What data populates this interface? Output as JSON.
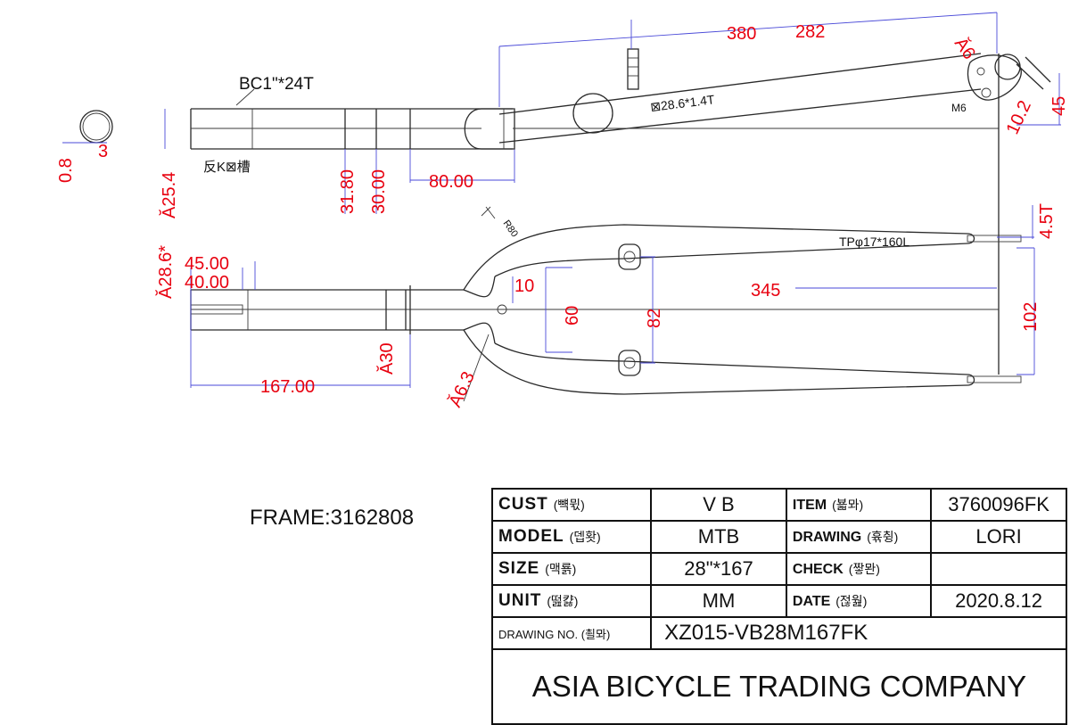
{
  "labels": {
    "bc": "BC1\"*24T",
    "chinese_note": "反K⊠槽",
    "tube_spec": "⊠28.6*1.4T",
    "m6": "M6",
    "tp": "TPφ17*160L",
    "r80": "R80"
  },
  "dimensions": {
    "d380": "380",
    "d282": "282",
    "a6": "Ă6",
    "d45": "45",
    "d10_2": "10.2",
    "d0_8": "0.8",
    "d3": "3",
    "a25_4": "Ă25.4",
    "d31_80": "31.80",
    "d30_00": "30.00",
    "d80_00": "80.00",
    "d4_5t": "4.5T",
    "a28_6": "Ă28.6*",
    "d45_00": "45.00",
    "d40_00": "40.00",
    "d10": "10",
    "d345": "345",
    "d60": "60",
    "d82": "82",
    "d102": "102",
    "a30": "Ă30",
    "a6_3": "Ă6.3",
    "d167_00": "167.00"
  },
  "frame_label": "FRAME:3162808",
  "title_block": {
    "cust_key": "CUST",
    "cust_sub": "(뺵뮋)",
    "cust_val": "V  B",
    "item_key": "ITEM",
    "item_sub": "(뵯뫄)",
    "item_val": "3760096FK",
    "model_key": "MODEL",
    "model_sub": "(뎁홧)",
    "model_val": "MTB",
    "drawing_key": "DRAWING",
    "drawing_sub": "(휶췽)",
    "drawing_val": "LORI",
    "size_key": "SIZE",
    "size_sub": "(맥룕)",
    "size_val": "28\"*167",
    "check_key": "CHECK",
    "check_sub": "(짷뫈)",
    "check_val": "",
    "unit_key": "UNIT",
    "unit_sub": "(떮캻)",
    "unit_val": "MM",
    "date_key": "DATE",
    "date_sub": "(젆웚)",
    "date_val": "2020.8.12",
    "drawing_no_key": "DRAWING NO.",
    "drawing_no_sub": "(쵤뫄)",
    "drawing_no_val": "XZ015-VB28M167FK",
    "company": "ASIA BICYCLE TRADING COMPANY"
  }
}
